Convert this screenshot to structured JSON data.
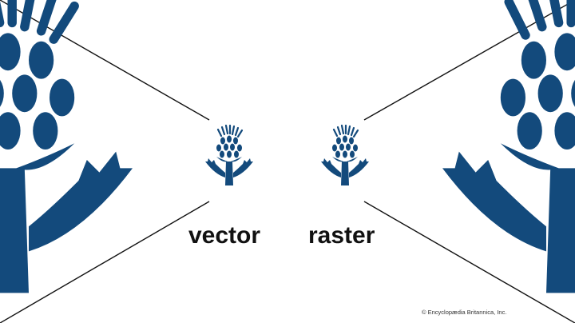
{
  "labels": {
    "vector": "vector",
    "raster": "raster"
  },
  "credit": "© Encyclopædia Britannica, Inc.",
  "colors": {
    "logo_blue": "#134a7c",
    "line": "#111111",
    "text": "#111111",
    "background": "#ffffff"
  },
  "figures": [
    {
      "id": "vector-small",
      "description": "thistle logo, vector (crisp)"
    },
    {
      "id": "raster-small",
      "description": "thistle logo, raster"
    },
    {
      "id": "vector-zoom",
      "description": "enlarged vector thistle, smooth edges"
    },
    {
      "id": "raster-zoom",
      "description": "enlarged raster thistle, pixelated edges"
    }
  ]
}
